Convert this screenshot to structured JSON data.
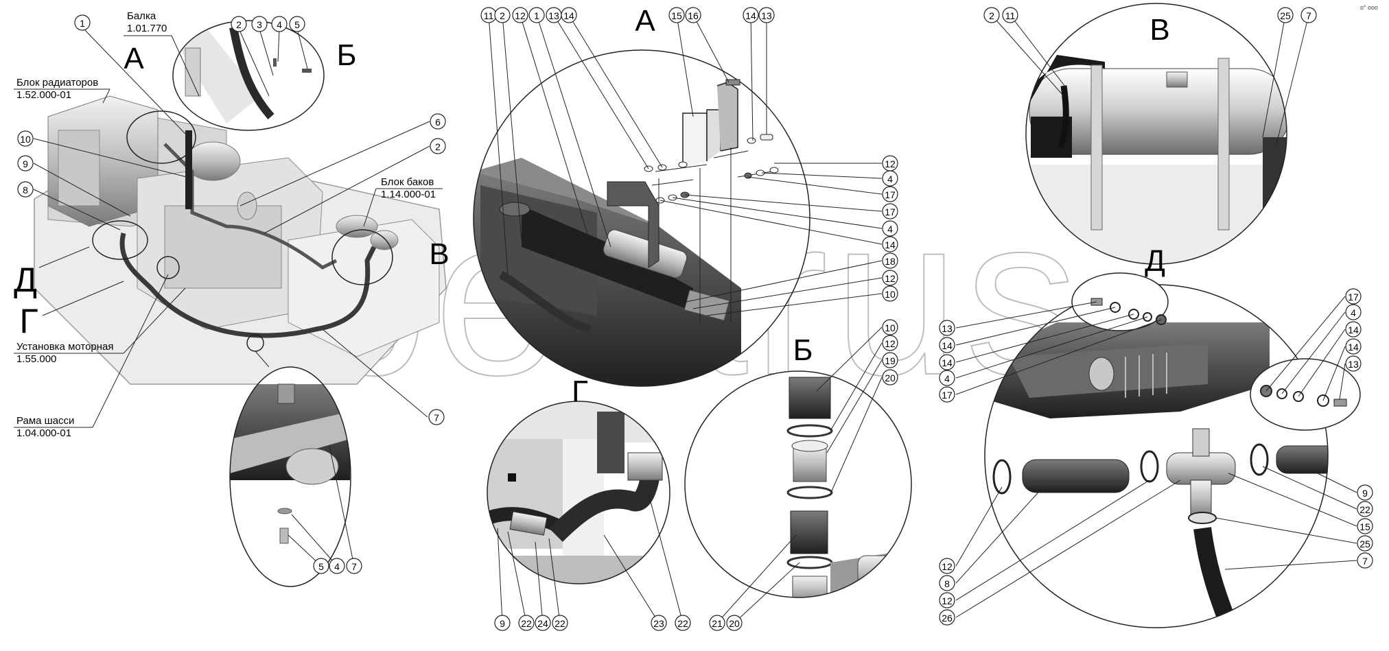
{
  "watermark": "belarus",
  "corner_mark": "o° ooo",
  "sections": {
    "A_main": "А",
    "B_main": "Б",
    "V_main": "В",
    "D_main": "Д",
    "G_main": "Г",
    "A_detail": "А",
    "B_detail": "Б",
    "V_detail": "В",
    "D_detail": "Д",
    "G_detail": "Г"
  },
  "labels": {
    "balka_name": "Балка",
    "balka_code": "1.01.770",
    "radiator_name": "Блок радиаторов",
    "radiator_code": "1.52.000-01",
    "tanks_name": "Блок баков",
    "tanks_code": "1.14.000-01",
    "engine_name": "Установка моторная",
    "engine_code": "1.55.000",
    "frame_name": "Рама шасси",
    "frame_code": "1.04.000-01"
  },
  "callouts": {
    "main": [
      "1",
      "2",
      "3",
      "4",
      "5",
      "10",
      "9",
      "8",
      "6",
      "2",
      "7",
      "5",
      "4",
      "7"
    ],
    "A": [
      "11",
      "2",
      "12",
      "1",
      "13",
      "14",
      "15",
      "16",
      "14",
      "13",
      "12",
      "4",
      "17",
      "17",
      "4",
      "14",
      "18",
      "12",
      "10"
    ],
    "V": [
      "2",
      "11",
      "25",
      "7"
    ],
    "B": [
      "10",
      "12",
      "19",
      "20",
      "21",
      "20"
    ],
    "G": [
      "9",
      "22",
      "24",
      "22",
      "23",
      "22"
    ],
    "D": [
      "13",
      "14",
      "14",
      "4",
      "17",
      "17",
      "4",
      "14",
      "14",
      "13",
      "9",
      "22",
      "15",
      "25",
      "7",
      "12",
      "8",
      "12",
      "26"
    ]
  }
}
